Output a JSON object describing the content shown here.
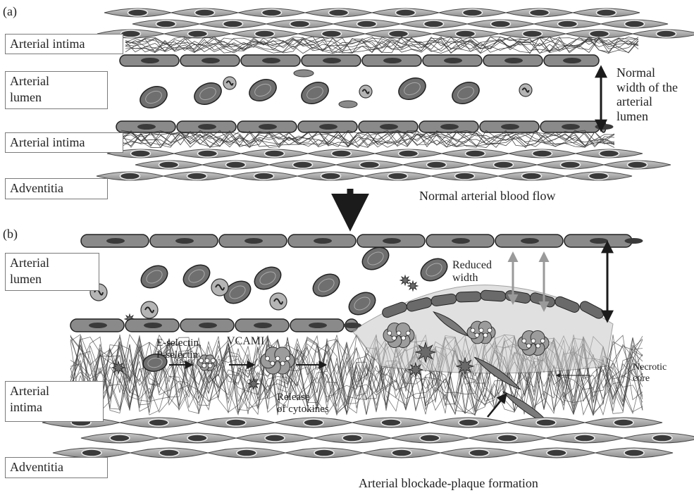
{
  "panel_a": {
    "tag": "(a)",
    "labels": {
      "intima_top": "Arterial intima",
      "lumen": "Arterial\nlumen",
      "intima_bottom": "Arterial intima",
      "adventitia": "Adventitia"
    },
    "annotation": "Normal\nwidth of the\narterial\nlumen",
    "caption": "Normal arterial blood flow"
  },
  "panel_b": {
    "tag": "(b)",
    "labels": {
      "lumen": "Arterial\nlumen",
      "intima": "Arterial\nintima",
      "adventitia": "Adventitia"
    },
    "annotations": {
      "selectins": "E-selectin,\nP-selectin",
      "vcam": "VCAMI",
      "cytokines": "Release\nof cytokines",
      "reduced_width": "Reduced\nwidth",
      "necrotic_core": "Necrotic\ncore"
    },
    "caption": "Arterial blockade-plaque formation"
  },
  "colors": {
    "cell_fill": "#8a8a8a",
    "nucleus_fill": "#3a3a3a",
    "rbc_fill": "#6f6f6f",
    "smooth_muscle_fill": "#9a9a9a",
    "line": "#222222",
    "arrow_gray": "#9a9a9a"
  }
}
